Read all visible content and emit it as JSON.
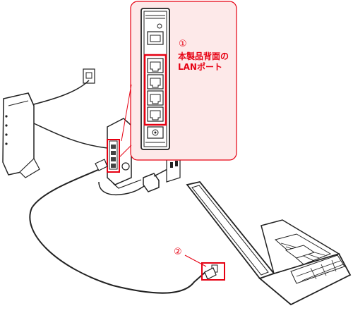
{
  "callouts": {
    "lan_port": {
      "number": "①",
      "line1": "本製品背面の",
      "line2": "LANポート"
    },
    "laptop_port": {
      "number": "②"
    }
  },
  "colors": {
    "accent": "#e60012",
    "stroke": "#222222",
    "panel": "#fde9e9"
  },
  "icons": [
    "modem",
    "router",
    "laptop",
    "power-adapter",
    "wall-outlet",
    "phone-jack",
    "lan-cable"
  ]
}
